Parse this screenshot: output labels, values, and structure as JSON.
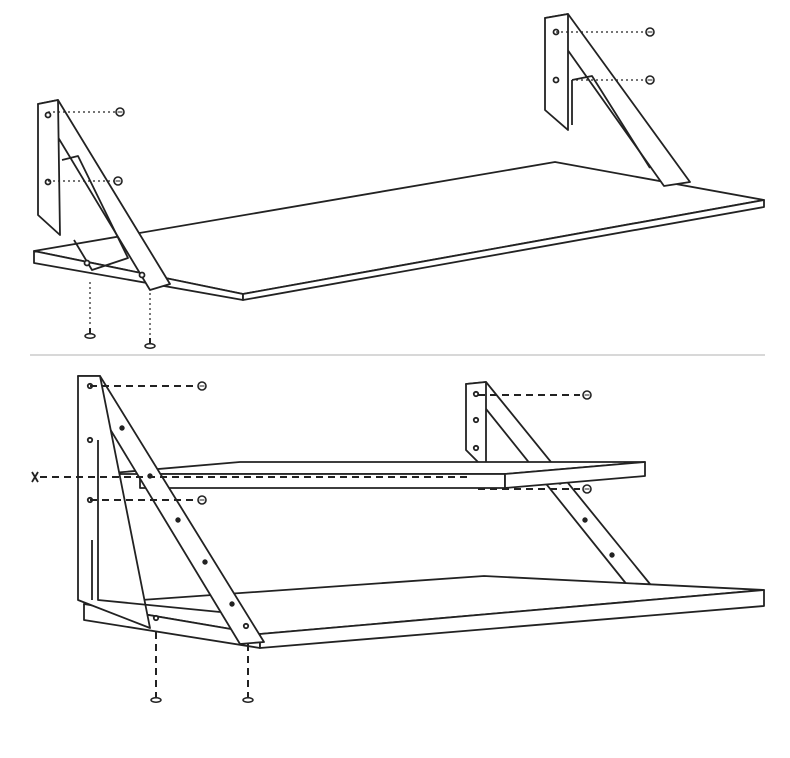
{
  "diagram": {
    "colors": {
      "line": "#222222",
      "panel_fill": "#ffffff",
      "shelf_top": "#ffffff",
      "divider": "#d8d8d8"
    },
    "panels": [
      {
        "name": "single-shelf-assembly",
        "shelves": 1,
        "brackets": 2,
        "wall_screws": 4,
        "bottom_screws": 2
      },
      {
        "name": "double-shelf-assembly",
        "shelves": 2,
        "brackets": 2,
        "wall_screws": 5,
        "bottom_screws": 2
      }
    ]
  }
}
